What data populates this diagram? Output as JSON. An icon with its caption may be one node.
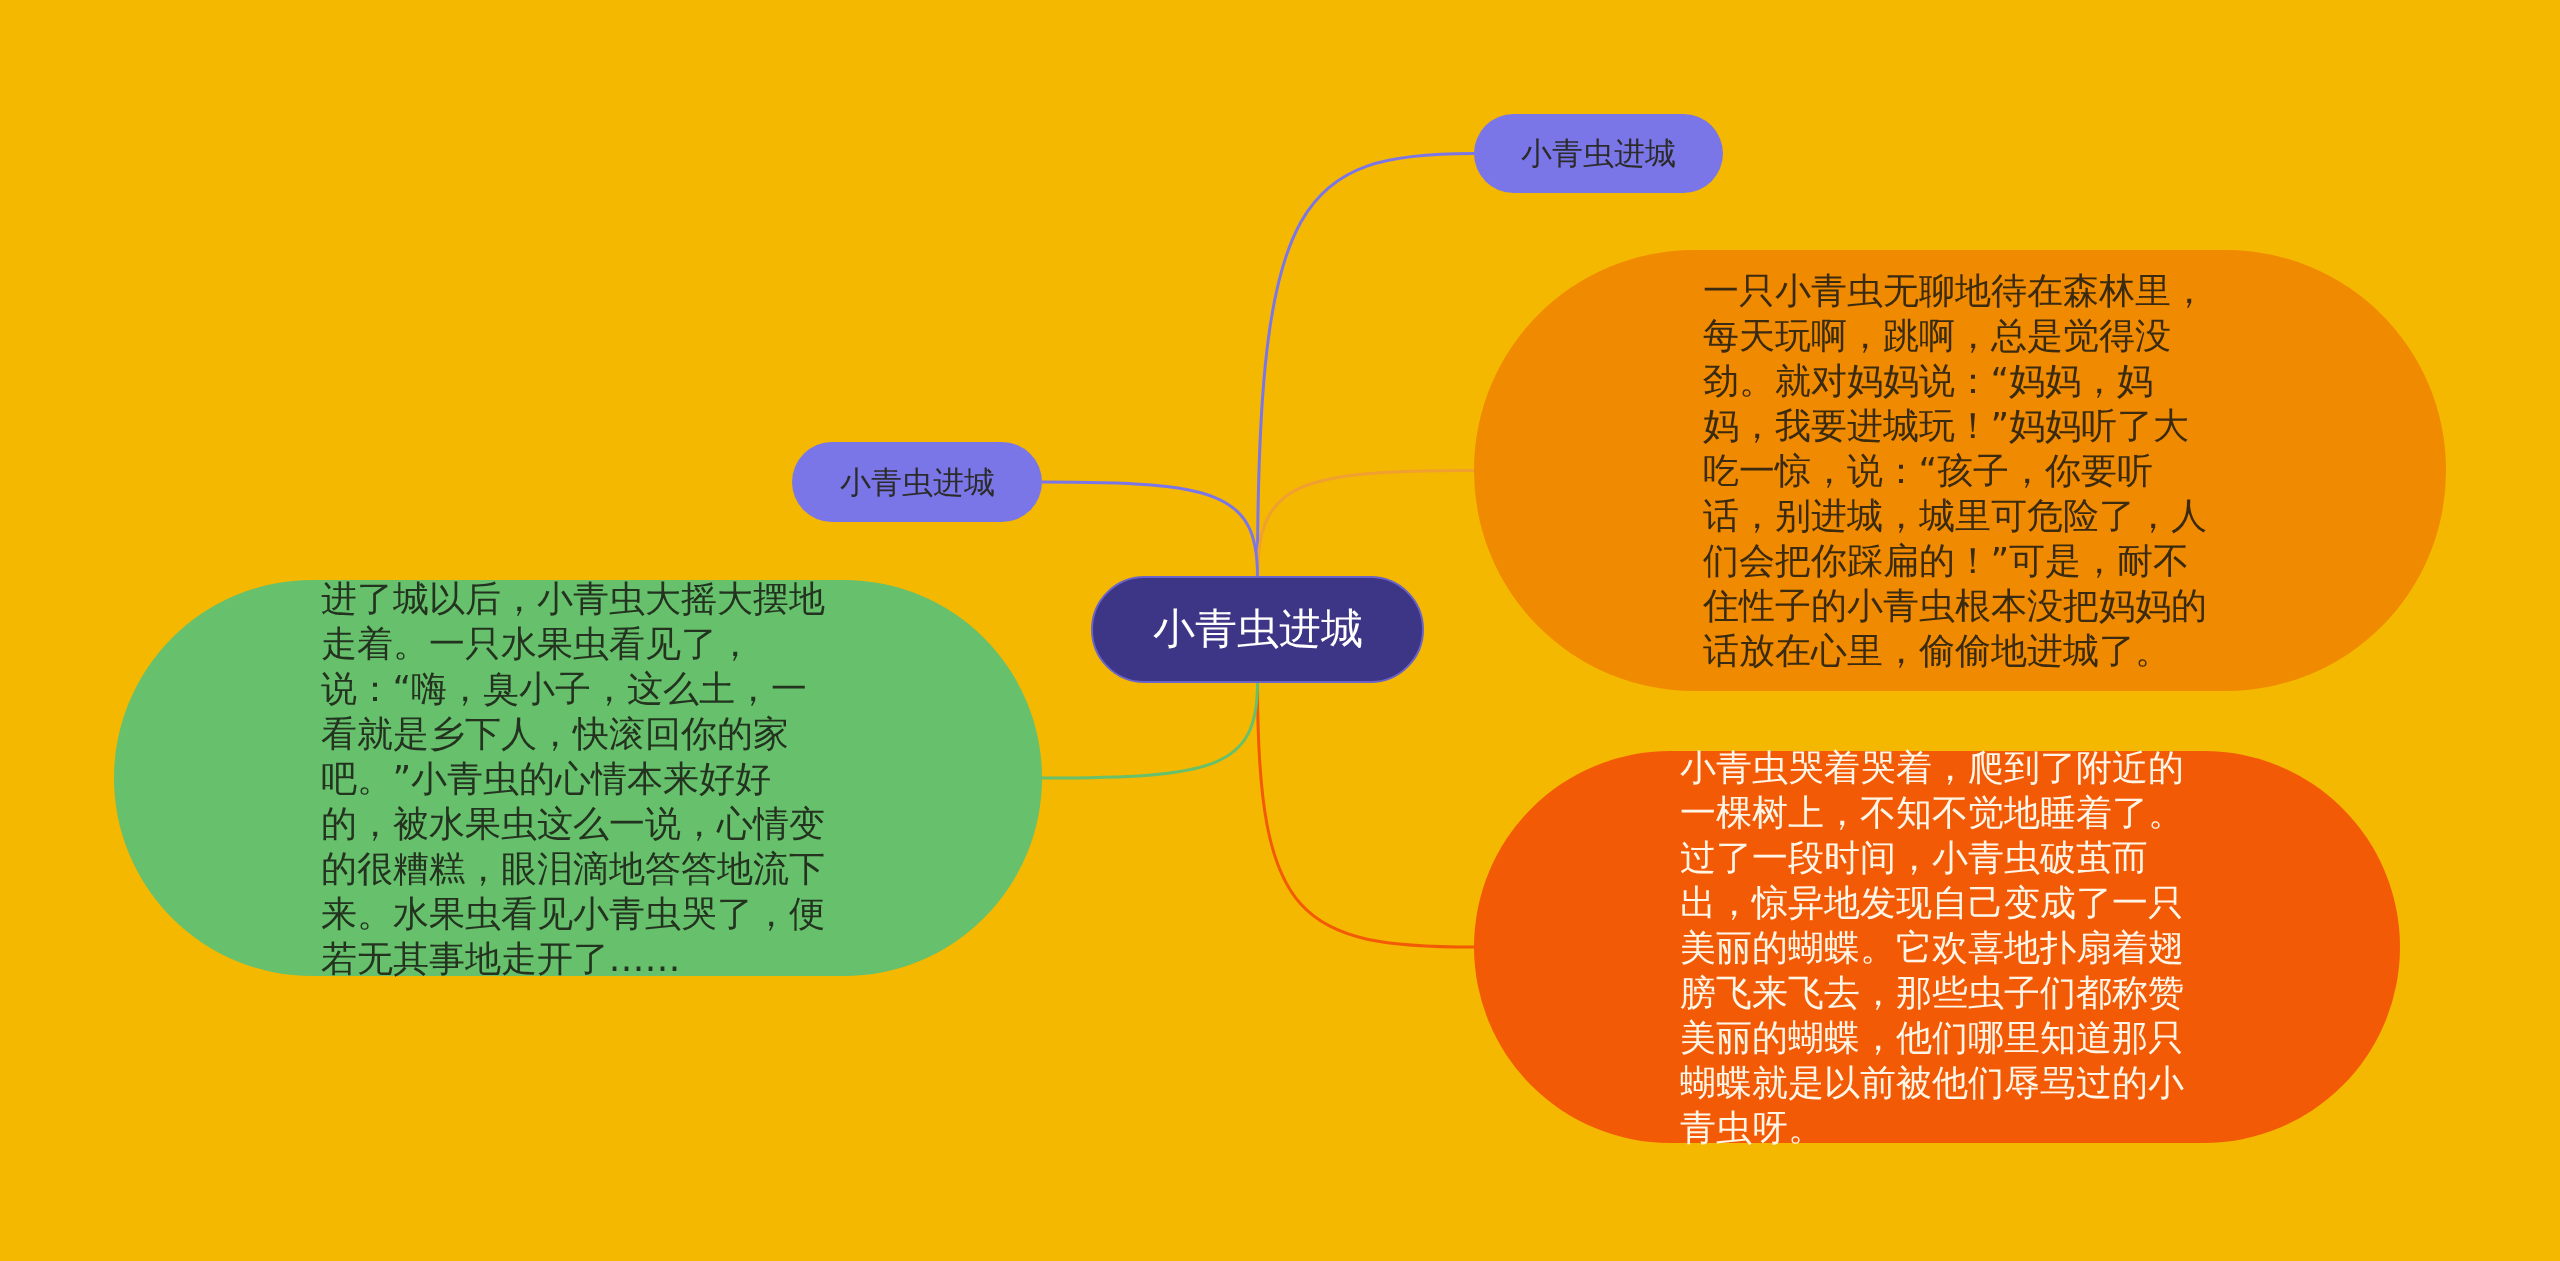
{
  "diagram": {
    "nodes": [
      {
        "text": [
          "小青虫进城"
        ]
      },
      {
        "text": [
          "小青虫进城"
        ]
      },
      {
        "text": [
          "一只小青虫无聊地待在森林里，每天玩啊，跳啊，总是觉得没劲。就对妈妈说：“妈妈，妈妈，我要进城玩！”妈妈听了大吃一惊，说：“孩子，你要听话，别进城，城里可危险了，人们会把你踩扁的！”可是，耐不住性子的小青虫根本没把妈妈的话放在心里，偷偷地进城了。"
        ]
      },
      {
        "text": [
          "小青虫哭着哭着，爬到了附近的一棵树上，不知不觉地睡着了。过了一段时间，小青虫破茧而出，惊异地发现自己变成了一只美丽的蝴蝶。它欢喜地扑扇着翅膀飞来飞去，那些虫子们都称赞美丽的蝴蝶，他们哪里知道那只蝴蝶就是以前被他们辱骂过的小青虫呀。"
        ]
      },
      {
        "text": [
          "小青虫进城"
        ]
      },
      {
        "text": [
          "进了城以后，小青虫大摇大摆地走着。一只水果虫看见了，说：“嗨，臭小子，这么土，一看就是乡下人，快滚回你的家吧。”小青虫的心情本来好好的，被水果虫这么一说，心情变的很糟糕，眼泪滴地答答地流下来。水果虫看见小青虫哭了，便若无其事地走开了……"
        ]
      }
    ],
    "edges": [
      {
        "from": 0,
        "to": 1,
        "arrow": "none",
        "color": "#7b76e8"
      },
      {
        "from": 0,
        "to": 2,
        "arrow": "none",
        "color": "#f0a030"
      },
      {
        "from": 0,
        "to": 3,
        "arrow": "none",
        "color": "#f25a06"
      },
      {
        "from": 0,
        "to": 4,
        "arrow": "none",
        "color": "#7b76e8"
      },
      {
        "from": 0,
        "to": 5,
        "arrow": "none",
        "color": "#66c06c"
      }
    ]
  }
}
